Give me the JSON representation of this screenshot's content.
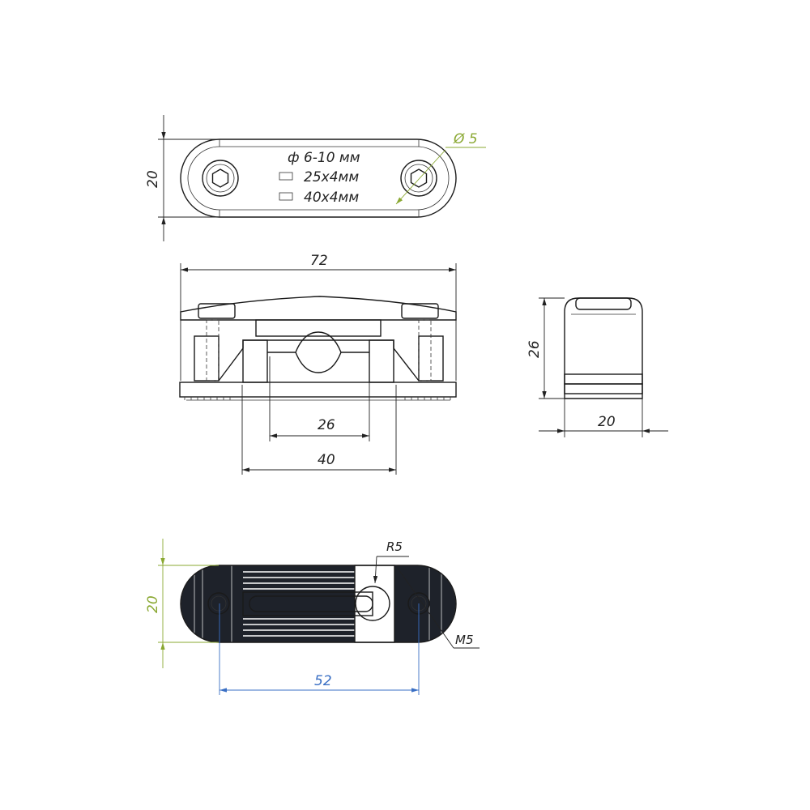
{
  "top_view": {
    "dim_height": "20",
    "dim_hole": "Ø 5",
    "label_line1": "ф 6-10 мм",
    "label_line2": "25х4мм",
    "label_line3": "40х4мм"
  },
  "front_view": {
    "dim_length": "72",
    "dim_inner": "26",
    "dim_outer": "40"
  },
  "side_view": {
    "dim_height": "26",
    "dim_width": "20"
  },
  "bottom_view": {
    "dim_height": "20",
    "dim_hole_spacing": "52",
    "radius_label": "R5",
    "thread_label": "M5"
  },
  "colors": {
    "green": "#8aa832",
    "blue": "#3a6fc4",
    "line": "#1a1a1a"
  }
}
